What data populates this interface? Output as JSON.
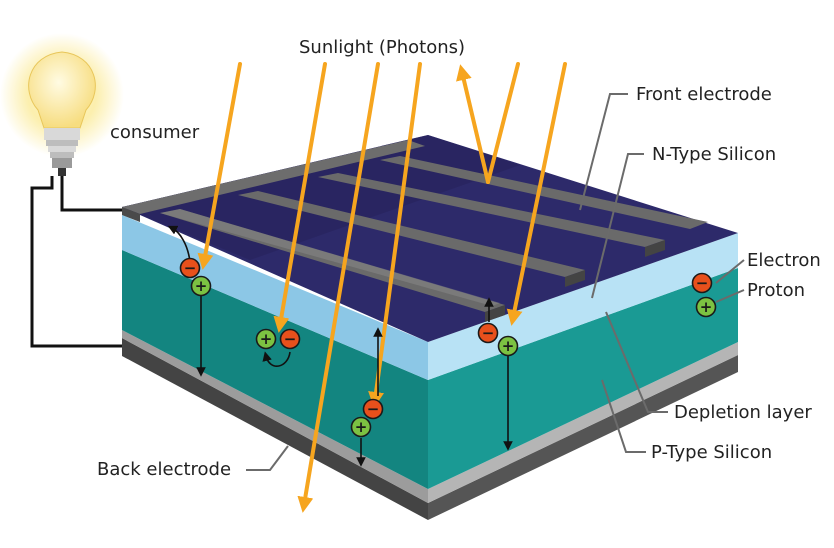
{
  "labels": {
    "sunlight": "Sunlight (Photons)",
    "consumer": "consumer",
    "front_electrode": "Front electrode",
    "n_type": "N-Type Silicon",
    "electron": "Electron",
    "proton": "Proton",
    "depletion": "Depletion layer",
    "p_type": "P-Type Silicon",
    "back_electrode": "Back electrode"
  },
  "symbols": {
    "electron": "−",
    "proton": "+"
  },
  "colors": {
    "sun_ray": "#f6a51f",
    "electron_fill": "#e8501c",
    "proton_fill": "#7cc242",
    "n_layer": "#a6d8ef",
    "p_layer": "#1a8a86",
    "front_electrode": "#5b5b5b",
    "back_electrode": "#3a3a3a",
    "surface": "#2d2a6a",
    "bulb_glow": "#fbeb9a"
  },
  "icons": [
    "light-bulb-icon",
    "sunlight-ray-icon",
    "electron-icon",
    "proton-icon"
  ]
}
